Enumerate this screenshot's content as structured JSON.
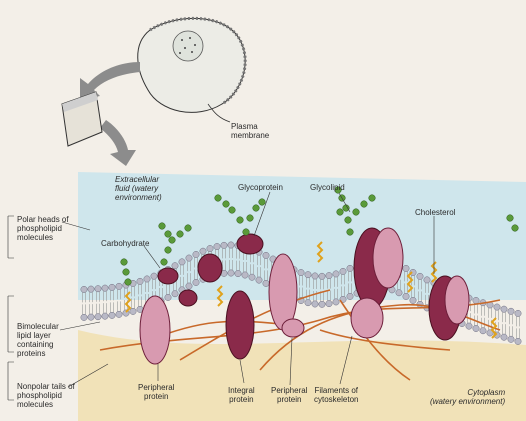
{
  "colors": {
    "background": "#f3efe8",
    "extracellular": "#cfe6ec",
    "cytoplasm": "#f1e2b8",
    "protein": "#8a2a4a",
    "protein_light": "#d89ab0",
    "head": "#b9b9c6",
    "carbohydrate": "#5a9a3a",
    "cholesterol": "#e0a21c",
    "filament": "#c8692a"
  },
  "labels": {
    "plasma_membrane": [
      "Plasma",
      "membrane"
    ],
    "extracellular_fluid": [
      "Extracellular",
      "fluid (watery",
      "environment)"
    ],
    "glycoprotein": "Glycoprotein",
    "glycolipid": "Glycolipid",
    "cholesterol": "Cholesterol",
    "carbohydrate": "Carbohydrate",
    "polar_heads": [
      "Polar heads of",
      "phospholipid",
      "molecules"
    ],
    "bimolecular_layer": [
      "Bimolecular",
      "lipid layer",
      "containing",
      "proteins"
    ],
    "nonpolar_tails": [
      "Nonpolar tails of",
      "phospholipid",
      "molecules"
    ],
    "peripheral_protein_1": [
      "Peripheral",
      "protein"
    ],
    "integral_protein": [
      "Integral",
      "protein"
    ],
    "peripheral_protein_2": [
      "Peripheral",
      "protein"
    ],
    "filaments": [
      "Filaments of",
      "cytoskeleton"
    ],
    "cytoplasm": [
      "Cytoplasm",
      "(watery environment)"
    ]
  }
}
